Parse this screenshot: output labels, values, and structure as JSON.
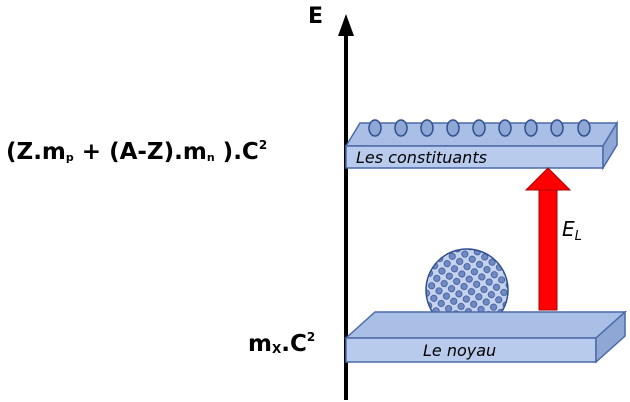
{
  "axis": {
    "label": "E"
  },
  "levels": {
    "top": {
      "label": "Les constituants",
      "formula": {
        "part1": "(Z.m",
        "sub1": "p",
        "part2": " + (A-Z).m",
        "sub2": "n",
        "part3": " ).C",
        "sup": "2"
      }
    },
    "bottom": {
      "label": "Le noyau",
      "formula": {
        "part1": "m",
        "sub1": "X",
        "part2": ".C",
        "sup": "2"
      }
    }
  },
  "arrow": {
    "label_main": "E",
    "label_sub": "L"
  },
  "colors": {
    "slab_top": "#a9bfe6",
    "slab_front": "#b8cbec",
    "slab_side": "#8fa7d4",
    "slab_edge": "#4a6aa8",
    "arrow": "#ff0000",
    "sphere_fill": "#c6d3ee",
    "sphere_dot": "#6f89c3"
  }
}
